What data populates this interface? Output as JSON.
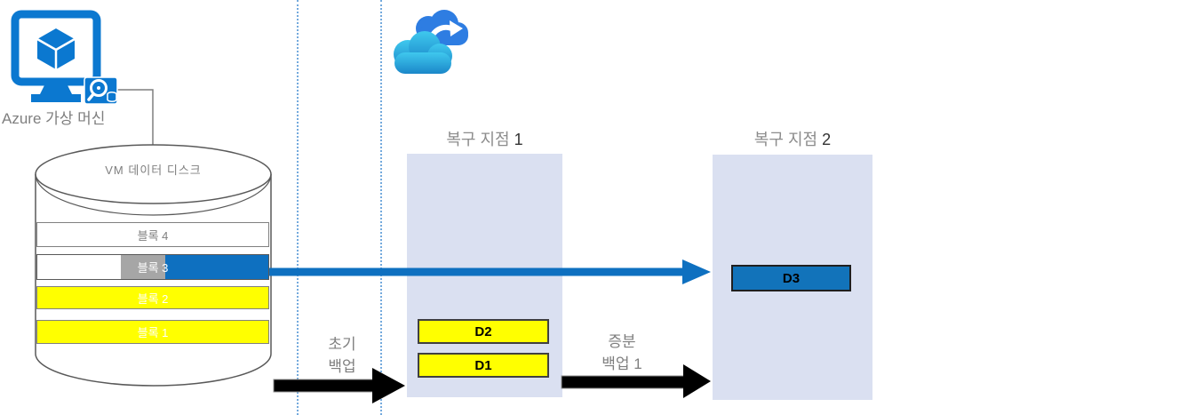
{
  "diagram": {
    "vm": {
      "label": "Azure 가상 머신",
      "icon": "azure-vm-monitor-cube-icon",
      "disk_icon": "disk-magnifier-icon"
    },
    "disk": {
      "title": "VM 데이터 디스크",
      "blocks": [
        {
          "label": "블록 4"
        },
        {
          "label": "블록 3"
        },
        {
          "label": "블록 2"
        },
        {
          "label": "블록 1"
        }
      ]
    },
    "cloud": {
      "icon": "azure-backup-sync-cloud-icon"
    },
    "recovery_point_1": {
      "title": "복구 지점",
      "number": "1",
      "items": [
        {
          "label": "D2"
        },
        {
          "label": "D1"
        }
      ]
    },
    "recovery_point_2": {
      "title": "복구 지점",
      "number": "2",
      "items": [
        {
          "label": "D3"
        }
      ]
    },
    "labels": {
      "initial_backup_line1": "초기",
      "initial_backup_line2": "백업",
      "incremental_backup_line1": "증분",
      "incremental_backup_line2": "백업 1"
    },
    "colors": {
      "azure_blue": "#0e70c0",
      "d3_blue": "#1273ba",
      "block_yellow": "#ffff00",
      "recovery_box_lavender": "#dae0f1",
      "gray_label_bg": "#a6a6a6",
      "text_gray": "#7f7f7f",
      "arrow_black": "#000000",
      "guide_line_blue": "#74aadd"
    }
  }
}
